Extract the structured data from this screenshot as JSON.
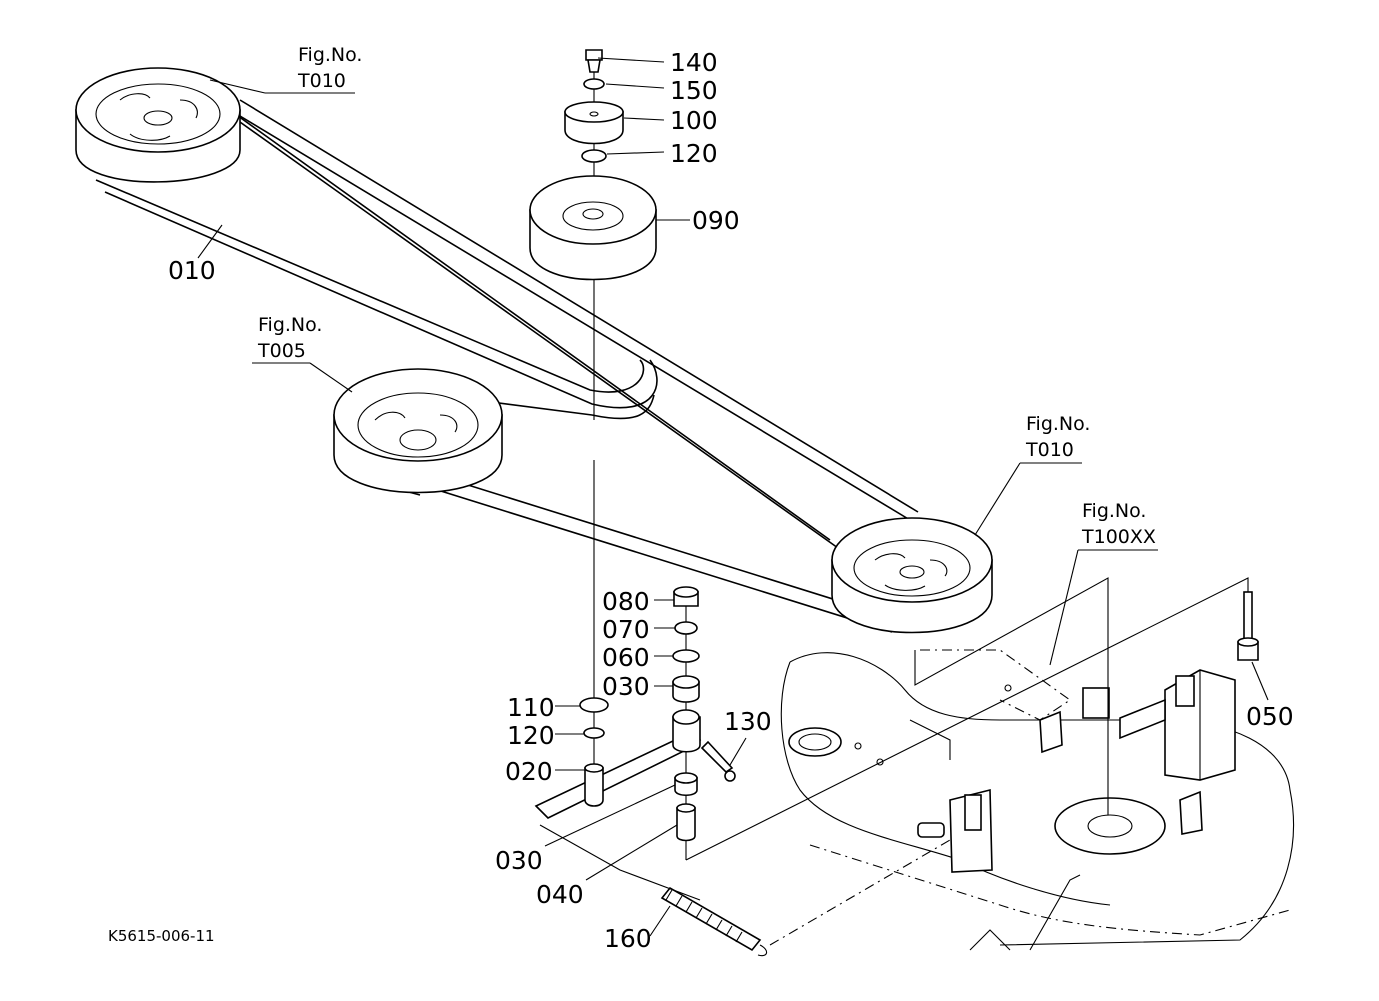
{
  "drawing_code": "K5615-006-11",
  "references": {
    "top_left": {
      "prefix": "Fig.No.",
      "code": "T010"
    },
    "middle_left": {
      "prefix": "Fig.No.",
      "code": "T005"
    },
    "right": {
      "prefix": "Fig.No.",
      "code": "T010"
    },
    "deck": {
      "prefix": "Fig.No.",
      "code": "T100XX"
    }
  },
  "parts": {
    "p140": "140",
    "p150": "150",
    "p100": "100",
    "p120a": "120",
    "p090": "090",
    "p010": "010",
    "p080": "080",
    "p070": "070",
    "p060": "060",
    "p030a": "030",
    "p110": "110",
    "p120b": "120",
    "p130": "130",
    "p020": "020",
    "p030b": "030",
    "p040": "040",
    "p050": "050",
    "p160": "160"
  }
}
